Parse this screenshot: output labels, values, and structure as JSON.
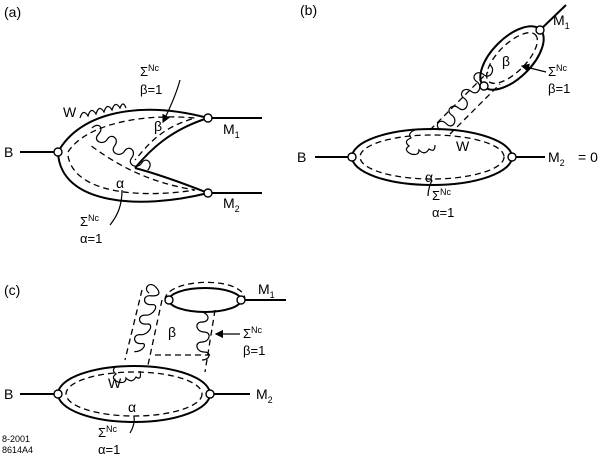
{
  "panels": {
    "a": {
      "tag": "(a)",
      "B": "B",
      "W": "W",
      "M1": "M",
      "M1_sub": "1",
      "M2": "M",
      "M2_sub": "2",
      "sumTop": {
        "sigma": "Σ",
        "sup": "Nc",
        "range": "β=1"
      },
      "beta": "β",
      "alpha": "α",
      "sumBot": {
        "sigma": "Σ",
        "sup": "Nc",
        "range": "α=1"
      }
    },
    "b": {
      "tag": "(b)",
      "B": "B",
      "W": "W",
      "M1": "M",
      "M1_sub": "1",
      "M2": "M",
      "M2_sub": "2",
      "eq0": "= 0",
      "sumTop": {
        "sigma": "Σ",
        "sup": "Nc",
        "range": "β=1"
      },
      "beta": "β",
      "alpha": "α",
      "sumBot": {
        "sigma": "Σ",
        "sup": "Nc",
        "range": "α=1"
      }
    },
    "c": {
      "tag": "(c)",
      "B": "B",
      "W": "W",
      "M1": "M",
      "M1_sub": "1",
      "M2": "M",
      "M2_sub": "2",
      "sumTop": {
        "sigma": "Σ",
        "sup": "Nc",
        "range": "β=1"
      },
      "beta": "β",
      "alpha": "α",
      "sumBot": {
        "sigma": "Σ",
        "sup": "Nc",
        "range": "α=1"
      }
    }
  },
  "footer": {
    "line1": "8-2001",
    "line2": "8614A4"
  }
}
